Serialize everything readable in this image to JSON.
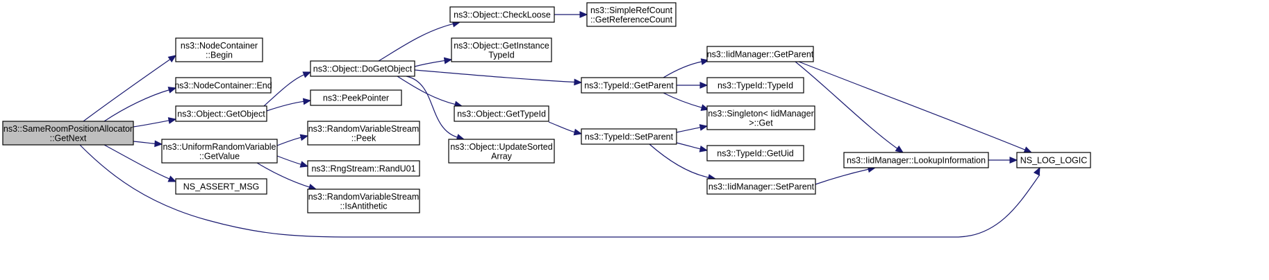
{
  "graph": {
    "type": "call-graph",
    "colors": {
      "edge": "#191970",
      "root_fill": "#bfbfbf",
      "node_fill": "#ffffff",
      "node_border": "#000000"
    },
    "nodes": [
      {
        "id": "root",
        "lines": [
          "ns3::SameRoomPositionAllocator",
          "::GetNext"
        ],
        "root": true
      },
      {
        "id": "nc_begin",
        "lines": [
          "ns3::NodeContainer",
          "::Begin"
        ]
      },
      {
        "id": "nc_end",
        "lines": [
          "ns3::NodeContainer::End"
        ]
      },
      {
        "id": "obj_getobject",
        "lines": [
          "ns3::Object::GetObject"
        ]
      },
      {
        "id": "urv_getvalue",
        "lines": [
          "ns3::UniformRandomVariable",
          "::GetValue"
        ]
      },
      {
        "id": "ns_assert",
        "lines": [
          "NS_ASSERT_MSG"
        ]
      },
      {
        "id": "obj_dogetobject",
        "lines": [
          "ns3::Object::DoGetObject"
        ]
      },
      {
        "id": "peekpointer",
        "lines": [
          "ns3::PeekPointer"
        ]
      },
      {
        "id": "rvs_peek",
        "lines": [
          "ns3::RandomVariableStream",
          "::Peek"
        ]
      },
      {
        "id": "rng_randu01",
        "lines": [
          "ns3::RngStream::RandU01"
        ]
      },
      {
        "id": "rvs_isanti",
        "lines": [
          "ns3::RandomVariableStream",
          "::IsAntithetic"
        ]
      },
      {
        "id": "obj_checkloose",
        "lines": [
          "ns3::Object::CheckLoose"
        ]
      },
      {
        "id": "obj_getinstancetid",
        "lines": [
          "ns3::Object::GetInstance",
          "TypeId"
        ]
      },
      {
        "id": "obj_gettypeid",
        "lines": [
          "ns3::Object::GetTypeId"
        ]
      },
      {
        "id": "obj_updatesorted",
        "lines": [
          "ns3::Object::UpdateSorted",
          "Array"
        ]
      },
      {
        "id": "src_getrefcount",
        "lines": [
          "ns3::SimpleRefCount",
          "::GetReferenceCount"
        ]
      },
      {
        "id": "tid_getparent",
        "lines": [
          "ns3::TypeId::GetParent"
        ]
      },
      {
        "id": "tid_setparent",
        "lines": [
          "ns3::TypeId::SetParent"
        ]
      },
      {
        "id": "iid_getparent",
        "lines": [
          "ns3::IidManager::GetParent"
        ]
      },
      {
        "id": "tid_typeid",
        "lines": [
          "ns3::TypeId::TypeId"
        ]
      },
      {
        "id": "singleton_get",
        "lines": [
          "ns3::Singleton< IidManager",
          ">::Get"
        ]
      },
      {
        "id": "tid_getuid",
        "lines": [
          "ns3::TypeId::GetUid"
        ]
      },
      {
        "id": "iid_setparent",
        "lines": [
          "ns3::IidManager::SetParent"
        ]
      },
      {
        "id": "iid_lookup",
        "lines": [
          "ns3::IidManager::LookupInformation"
        ]
      },
      {
        "id": "ns_log_logic",
        "lines": [
          "NS_LOG_LOGIC"
        ]
      }
    ],
    "edges": [
      {
        "from": "root",
        "to": "nc_begin"
      },
      {
        "from": "root",
        "to": "nc_end"
      },
      {
        "from": "root",
        "to": "obj_getobject"
      },
      {
        "from": "root",
        "to": "urv_getvalue"
      },
      {
        "from": "root",
        "to": "ns_assert"
      },
      {
        "from": "root",
        "to": "ns_log_logic"
      },
      {
        "from": "obj_getobject",
        "to": "obj_dogetobject"
      },
      {
        "from": "obj_getobject",
        "to": "peekpointer"
      },
      {
        "from": "urv_getvalue",
        "to": "rvs_peek"
      },
      {
        "from": "urv_getvalue",
        "to": "rng_randu01"
      },
      {
        "from": "urv_getvalue",
        "to": "rvs_isanti"
      },
      {
        "from": "obj_dogetobject",
        "to": "obj_checkloose"
      },
      {
        "from": "obj_dogetobject",
        "to": "obj_getinstancetid"
      },
      {
        "from": "obj_dogetobject",
        "to": "tid_getparent"
      },
      {
        "from": "obj_dogetobject",
        "to": "obj_gettypeid"
      },
      {
        "from": "obj_dogetobject",
        "to": "obj_updatesorted"
      },
      {
        "from": "obj_checkloose",
        "to": "src_getrefcount"
      },
      {
        "from": "obj_gettypeid",
        "to": "tid_setparent"
      },
      {
        "from": "tid_getparent",
        "to": "iid_getparent"
      },
      {
        "from": "tid_getparent",
        "to": "tid_typeid"
      },
      {
        "from": "tid_getparent",
        "to": "singleton_get"
      },
      {
        "from": "tid_setparent",
        "to": "singleton_get"
      },
      {
        "from": "tid_setparent",
        "to": "tid_getuid"
      },
      {
        "from": "tid_setparent",
        "to": "iid_setparent"
      },
      {
        "from": "iid_getparent",
        "to": "iid_lookup"
      },
      {
        "from": "iid_getparent",
        "to": "ns_log_logic"
      },
      {
        "from": "iid_setparent",
        "to": "iid_lookup"
      },
      {
        "from": "iid_lookup",
        "to": "ns_log_logic"
      }
    ]
  }
}
